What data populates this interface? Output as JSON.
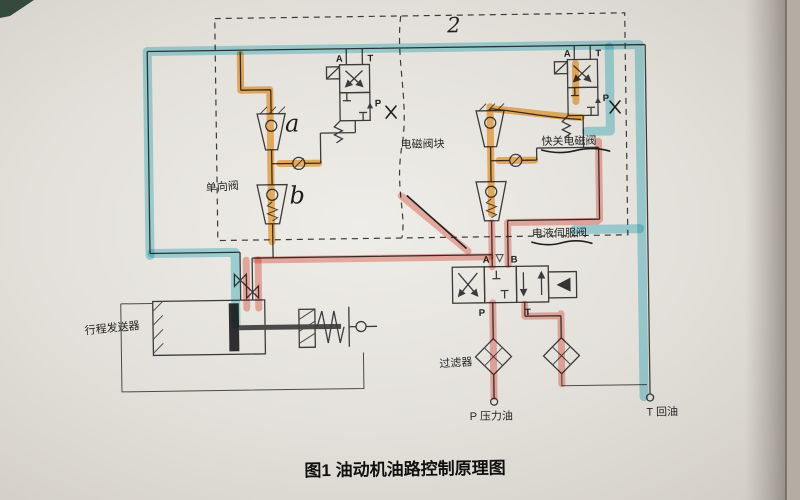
{
  "figure": {
    "caption": "图1 油动机油路控制原理图",
    "handwritten_number": "2",
    "handwritten_a": "a",
    "handwritten_b": "b"
  },
  "labels": {
    "check_valve": "单向阀",
    "solenoid_valve_block": "电磁阀块",
    "quick_close_solenoid_valve": "快关电磁阀",
    "electro_hydraulic_servo_valve": "电液伺服阀",
    "stroke_transmitter": "行程发送器",
    "filter": "过滤器",
    "pressure_oil": "P 压力油",
    "return_oil": "T 回油"
  },
  "ports": {
    "valve1": {
      "a": "A",
      "t": "T",
      "p": "P"
    },
    "valve2": {
      "a": "A",
      "t": "T",
      "p": "P"
    },
    "servo": {
      "a": "A",
      "b": "B",
      "p": "P",
      "t": "T"
    }
  },
  "colors": {
    "highlight_orange": "#f39c2b",
    "highlight_cyan": "#62c8d8",
    "highlight_red": "#ef8577",
    "ink": "#3b3b3b",
    "paper": "#e6e3dd"
  }
}
